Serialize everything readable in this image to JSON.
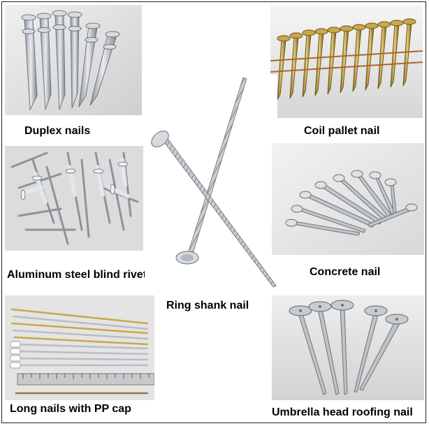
{
  "products": [
    {
      "id": "duplex",
      "caption": "Duplex nails"
    },
    {
      "id": "coil-pallet",
      "caption": "Coil pallet nail"
    },
    {
      "id": "blind-rivet",
      "caption": "Aluminum steel blind rivet"
    },
    {
      "id": "ring-shank",
      "caption": "Ring shank nail"
    },
    {
      "id": "concrete",
      "caption": "Concrete nail"
    },
    {
      "id": "long-pp-cap",
      "caption": "Long nails with PP cap"
    },
    {
      "id": "umbrella-roofing",
      "caption": "Umbrella head roofing nail"
    }
  ],
  "colors": {
    "border": "#222222",
    "caption": "#000000",
    "photo_background": "#e2e2e2",
    "steel": "#b9bec4",
    "brass": "#c9a84a"
  }
}
